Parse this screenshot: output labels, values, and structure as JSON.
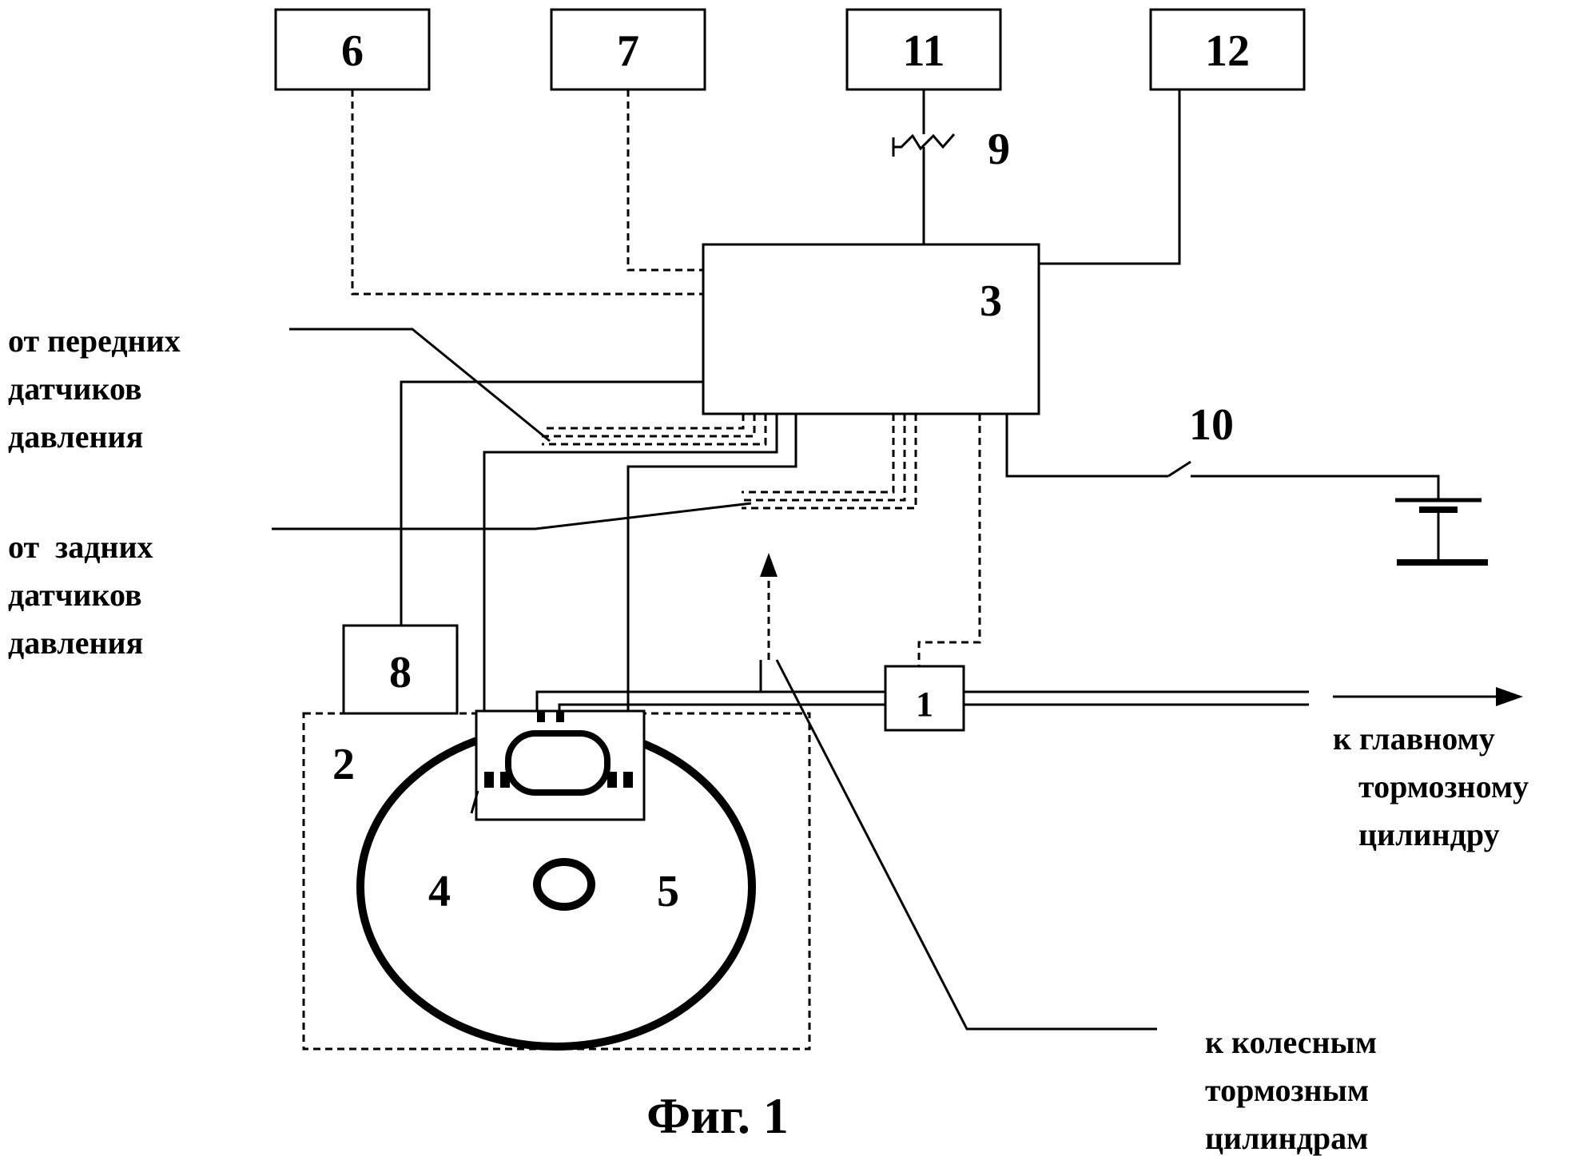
{
  "figure": {
    "title": "Фиг. 1",
    "blocks": {
      "b1": "1",
      "b2": "2",
      "b3": "3",
      "b4": "4",
      "b5": "5",
      "b6": "6",
      "b7": "7",
      "b8": "8",
      "b9": "9",
      "b10": "10",
      "b11": "11",
      "b12": "12"
    },
    "captions": {
      "front": [
        "от передних",
        "датчиков",
        "давления"
      ],
      "rear": [
        "от  задних",
        "датчиков",
        "давления"
      ],
      "master": [
        "к главному",
        "тормозному",
        "цилиндру"
      ],
      "wheel": [
        "к колесным",
        "тормозным",
        "цилиндрам"
      ]
    }
  }
}
